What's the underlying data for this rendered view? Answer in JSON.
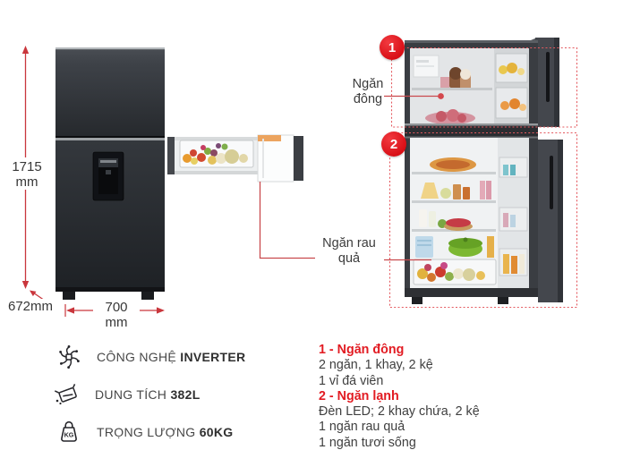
{
  "colors": {
    "accent_red": "#e21b22",
    "annotation_line_red": "#c94a4e",
    "dashed_box_red": "#e4595f",
    "text_dark": "#3c3c3c",
    "fridge_body_dark": "#2b2e33"
  },
  "dimensions": {
    "height_value": "1715",
    "height_unit": "mm",
    "depth_label": "672mm",
    "width_value": "700",
    "width_unit": "mm"
  },
  "callouts": {
    "freezer_number": "1",
    "fridge_number": "2",
    "freezer_label_line1": "Ngăn",
    "freezer_label_line2": "đông",
    "crisper_label_line1": "Ngăn rau",
    "crisper_label_line2": "quả"
  },
  "specs": [
    {
      "icon": "inverter-icon",
      "label": "CÔNG NGHỆ",
      "value": "INVERTER"
    },
    {
      "icon": "capacity-icon",
      "label": "DUNG TÍCH",
      "value": "382L"
    },
    {
      "icon": "weight-icon",
      "label": "TRỌNG LƯỢNG",
      "value": "60KG"
    }
  ],
  "weight_icon_text": "KG",
  "details": [
    {
      "heading": "1 - Ngăn đông",
      "lines": [
        "2 ngăn, 1 khay, 2 kệ",
        "1 vỉ đá viên"
      ]
    },
    {
      "heading": "2 - Ngăn lạnh",
      "lines": [
        "Đèn LED; 2 khay chứa, 2 kệ",
        "1 ngăn rau quả",
        "1 ngăn tươi sống"
      ]
    }
  ]
}
